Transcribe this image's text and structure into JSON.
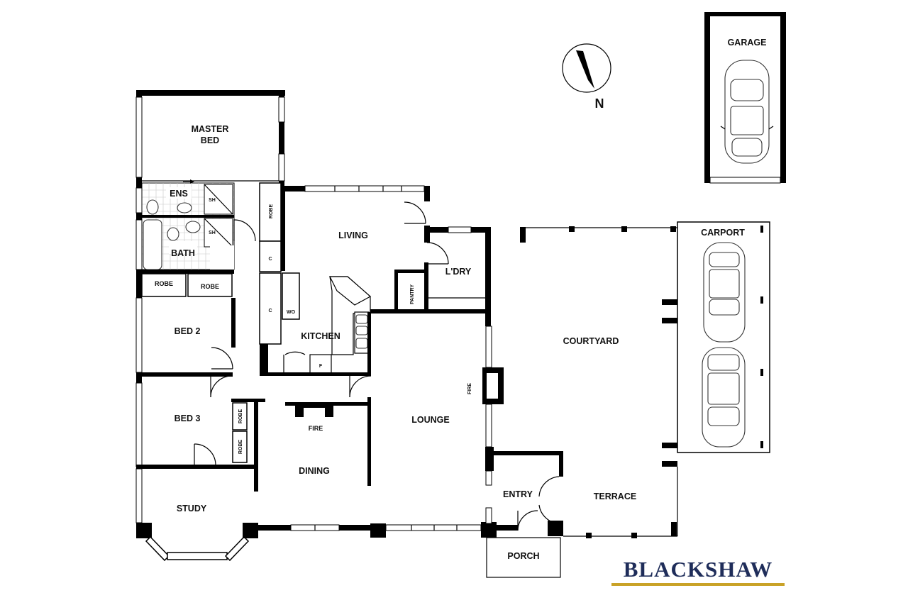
{
  "rooms": {
    "master_bed": [
      "MASTER",
      "BED"
    ],
    "ens": "ENS",
    "bath": "BATH",
    "robe": "ROBE",
    "c": "C",
    "wo": "WO",
    "f": "F",
    "sh": "SH",
    "living": "LIVING",
    "kitchen": "KITCHEN",
    "pantry": "PANTRY",
    "laundry": "L'DRY",
    "bed2": "BED 2",
    "bed3": "BED 3",
    "study": "STUDY",
    "dining": "DINING",
    "fire": "FIRE",
    "lounge": "LOUNGE",
    "courtyard": "COURTYARD",
    "carport": "CARPORT",
    "garage": "GARAGE",
    "entry": "ENTRY",
    "terrace": "TERRACE",
    "porch": "PORCH"
  },
  "compass": {
    "label": "N",
    "icon": "north-arrow-icon"
  },
  "brand": {
    "name": "BLACKSHAW",
    "color": "#1f2d5a",
    "accent": "#c9a227"
  }
}
